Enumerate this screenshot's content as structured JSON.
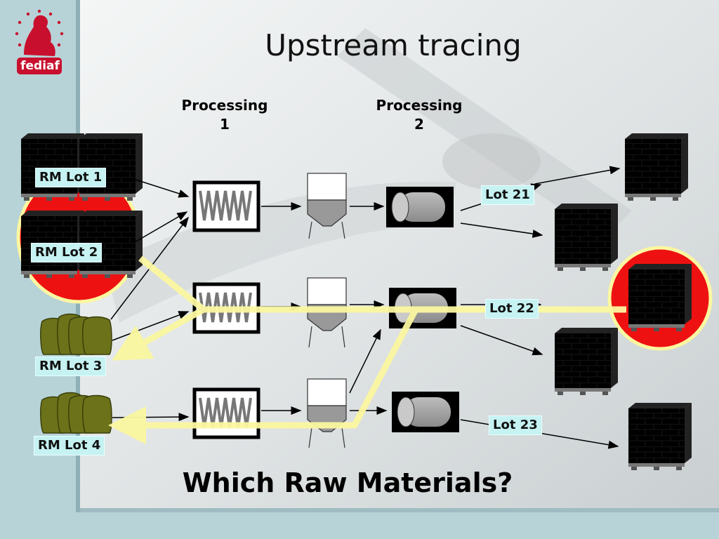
{
  "slide": {
    "title": "Upstream tracing",
    "question": "Which Raw Materials?",
    "logo_text": "fediaf"
  },
  "processing": [
    {
      "line1": "Processing",
      "line2": "1"
    },
    {
      "line1": "Processing",
      "line2": "2"
    }
  ],
  "raw_materials": [
    {
      "label": "RM Lot 1",
      "kind": "pallet",
      "highlighted": true
    },
    {
      "label": "RM Lot 2",
      "kind": "pallet",
      "highlighted": true
    },
    {
      "label": "RM Lot 3",
      "kind": "sacks",
      "highlighted": false
    },
    {
      "label": "RM Lot 4",
      "kind": "sacks",
      "highlighted": false
    }
  ],
  "output_lots": [
    {
      "label": "Lot 21"
    },
    {
      "label": "Lot 22",
      "highlighted": true
    },
    {
      "label": "Lot 23"
    }
  ],
  "colors": {
    "highlight_red": "#ee1111",
    "trace_yellow": "#fbf7a0",
    "label_bg": "#c6f2f2",
    "pallet_dark_green": "#2f3d16",
    "pallet_olive": "#5b6414",
    "pallet_orange": "#ffa31a",
    "sack_olive": "#6b7219",
    "logo_red": "#c8102e"
  },
  "icons": [
    "dog-logo-icon",
    "star-ring-icon",
    "spring-press-icon",
    "hopper-icon",
    "cylinder-tank-icon",
    "pallet-icon",
    "sack-icon"
  ]
}
